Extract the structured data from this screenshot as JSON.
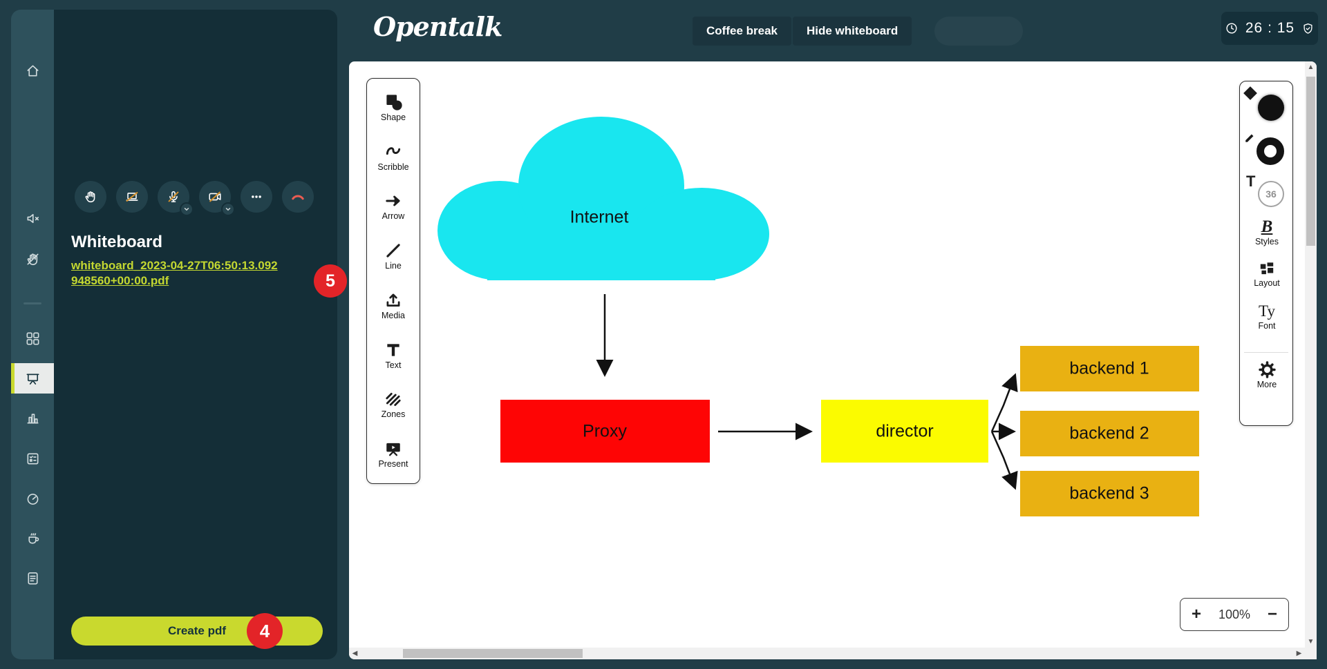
{
  "header": {
    "logo": "Opentalk",
    "coffee_break_button": "Coffee break",
    "hide_whiteboard_button": "Hide whiteboard",
    "timer": "26 : 15"
  },
  "left_panel": {
    "title": "Whiteboard",
    "pdf_link": "whiteboard_2023-04-27T06:50:13.092948560+00:00.pdf",
    "pdf_link_badge": "5",
    "create_pdf_button": "Create pdf",
    "create_pdf_badge": "4"
  },
  "sidebar_icons": [
    "home",
    "speaker-muted",
    "hand-raise-off",
    "grid-view",
    "whiteboard",
    "poll",
    "legal-vote",
    "timer",
    "coffee-break",
    "protocol"
  ],
  "call_controls": [
    "raise-hand",
    "screenshare-off",
    "microphone-off",
    "camera-off",
    "more-options",
    "hang-up"
  ],
  "whiteboard_toolbar": {
    "items": [
      {
        "label": "Shape",
        "icon": "shape-icon"
      },
      {
        "label": "Scribble",
        "icon": "scribble-icon"
      },
      {
        "label": "Arrow",
        "icon": "arrow-icon"
      },
      {
        "label": "Line",
        "icon": "line-icon"
      },
      {
        "label": "Media",
        "icon": "media-upload-icon"
      },
      {
        "label": "Text",
        "icon": "text-icon"
      },
      {
        "label": "Zones",
        "icon": "zones-icon"
      },
      {
        "label": "Present",
        "icon": "present-icon"
      }
    ]
  },
  "style_toolbar": {
    "fill_color": "#111111",
    "stroke_color": "#131313",
    "font_size": "36",
    "styles_label": "Styles",
    "layout_label": "Layout",
    "font_label": "Font",
    "more_label": "More"
  },
  "zoom_control": {
    "zoom_in": "+",
    "level": "100%",
    "zoom_out": "−"
  },
  "diagram": {
    "nodes": [
      {
        "id": "internet",
        "label": "Internet",
        "shape": "cloud",
        "color": "#19e6ef"
      },
      {
        "id": "proxy",
        "label": "Proxy",
        "shape": "rect",
        "color": "#fe0505"
      },
      {
        "id": "director",
        "label": "director",
        "shape": "rect",
        "color": "#fbfb00"
      },
      {
        "id": "backend1",
        "label": "backend 1",
        "shape": "rect",
        "color": "#e9b112"
      },
      {
        "id": "backend2",
        "label": "backend 2",
        "shape": "rect",
        "color": "#e9b112"
      },
      {
        "id": "backend3",
        "label": "backend 3",
        "shape": "rect",
        "color": "#e9b112"
      }
    ],
    "edges": [
      [
        "internet",
        "proxy"
      ],
      [
        "proxy",
        "director"
      ],
      [
        "director",
        "backend1"
      ],
      [
        "director",
        "backend2"
      ],
      [
        "director",
        "backend3"
      ]
    ]
  },
  "colors": {
    "accent_lime": "#c9d92e",
    "badge_red": "#e32428",
    "background_teal": "#203d47",
    "panel_dark": "#142e37",
    "rail_teal": "#2e515c"
  }
}
